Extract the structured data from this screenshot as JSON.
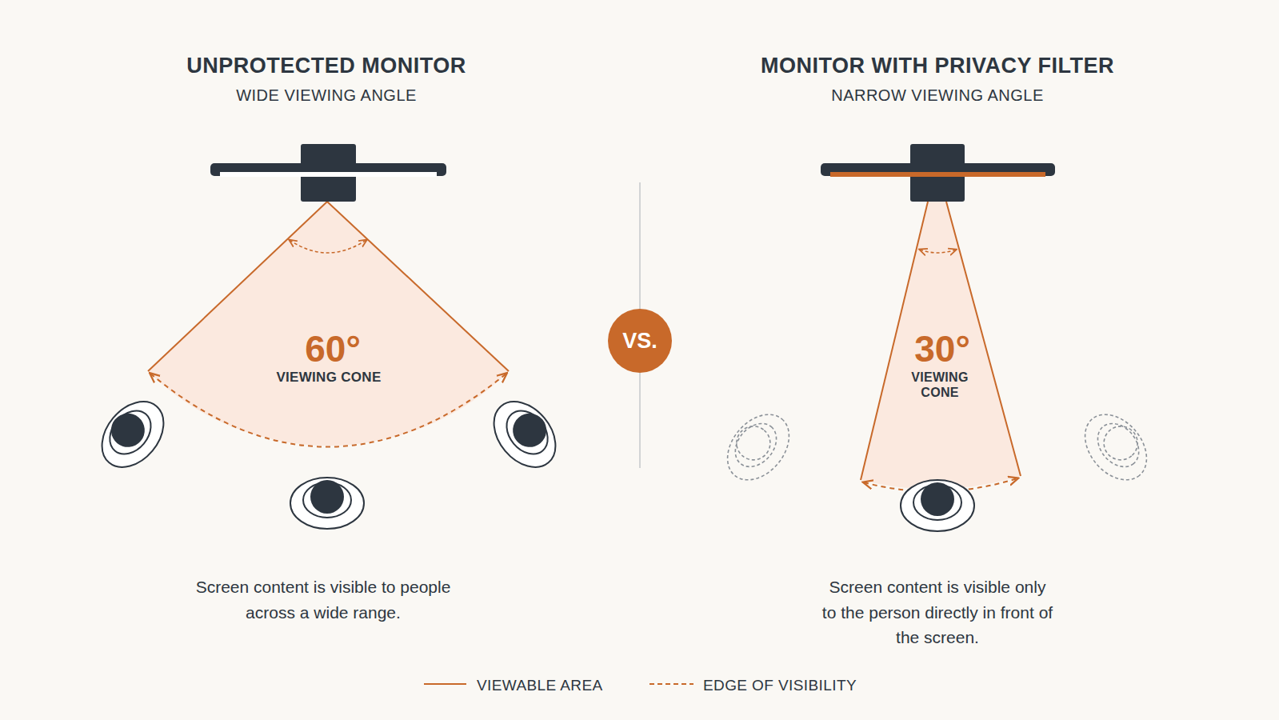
{
  "diagram": {
    "nodes": [
      {
        "text": [
          "VS."
        ]
      }
    ],
    "labels": [
      "UNPROTECTED MONITOR",
      "WIDE VIEWING ANGLE",
      "60°",
      "VIEWING CONE",
      "Screen content is visible to people across a wide range.",
      "MONITOR WITH PRIVACY FILTER",
      "NARROW VIEWING ANGLE",
      "30°",
      "VIEWING CONE",
      "Screen content is visible only to the person directly in front of the screen."
    ],
    "legend": [
      {
        "text": "VIEWABLE AREA"
      },
      {
        "text": "EDGE OF VISIBILITY"
      }
    ]
  }
}
